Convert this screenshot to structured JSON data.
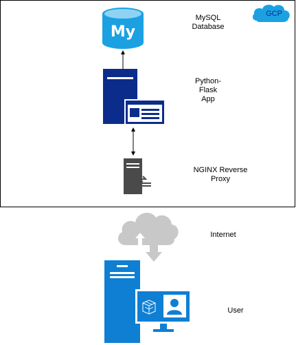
{
  "diagram": {
    "region": {
      "label": "GCP"
    },
    "nodes": [
      {
        "id": "mysql",
        "label": "MySQL\nDatabase",
        "icon": "mysql-database-icon",
        "color": "#1ba1e2"
      },
      {
        "id": "flask",
        "label": "Python-\nFlask\nApp",
        "icon": "server-with-window-icon",
        "color": "#0b2c8a"
      },
      {
        "id": "nginx",
        "label": "NGINX Reverse\nProxy",
        "icon": "reverse-proxy-server-icon",
        "color": "#4a4a4a"
      },
      {
        "id": "internet",
        "label": "Internet",
        "icon": "cloud-upload-download-icon",
        "color": "#c8c8c8"
      },
      {
        "id": "user",
        "label": "User",
        "icon": "user-workstation-icon",
        "color": "#0f7fd4"
      }
    ],
    "edges": [
      {
        "from": "mysql",
        "to": "flask",
        "style": "bidirectional-arrow"
      },
      {
        "from": "flask",
        "to": "nginx",
        "style": "bidirectional-arrow"
      }
    ]
  },
  "colors": {
    "gcp_cloud": "#1ba1e2",
    "border": "#000000"
  }
}
